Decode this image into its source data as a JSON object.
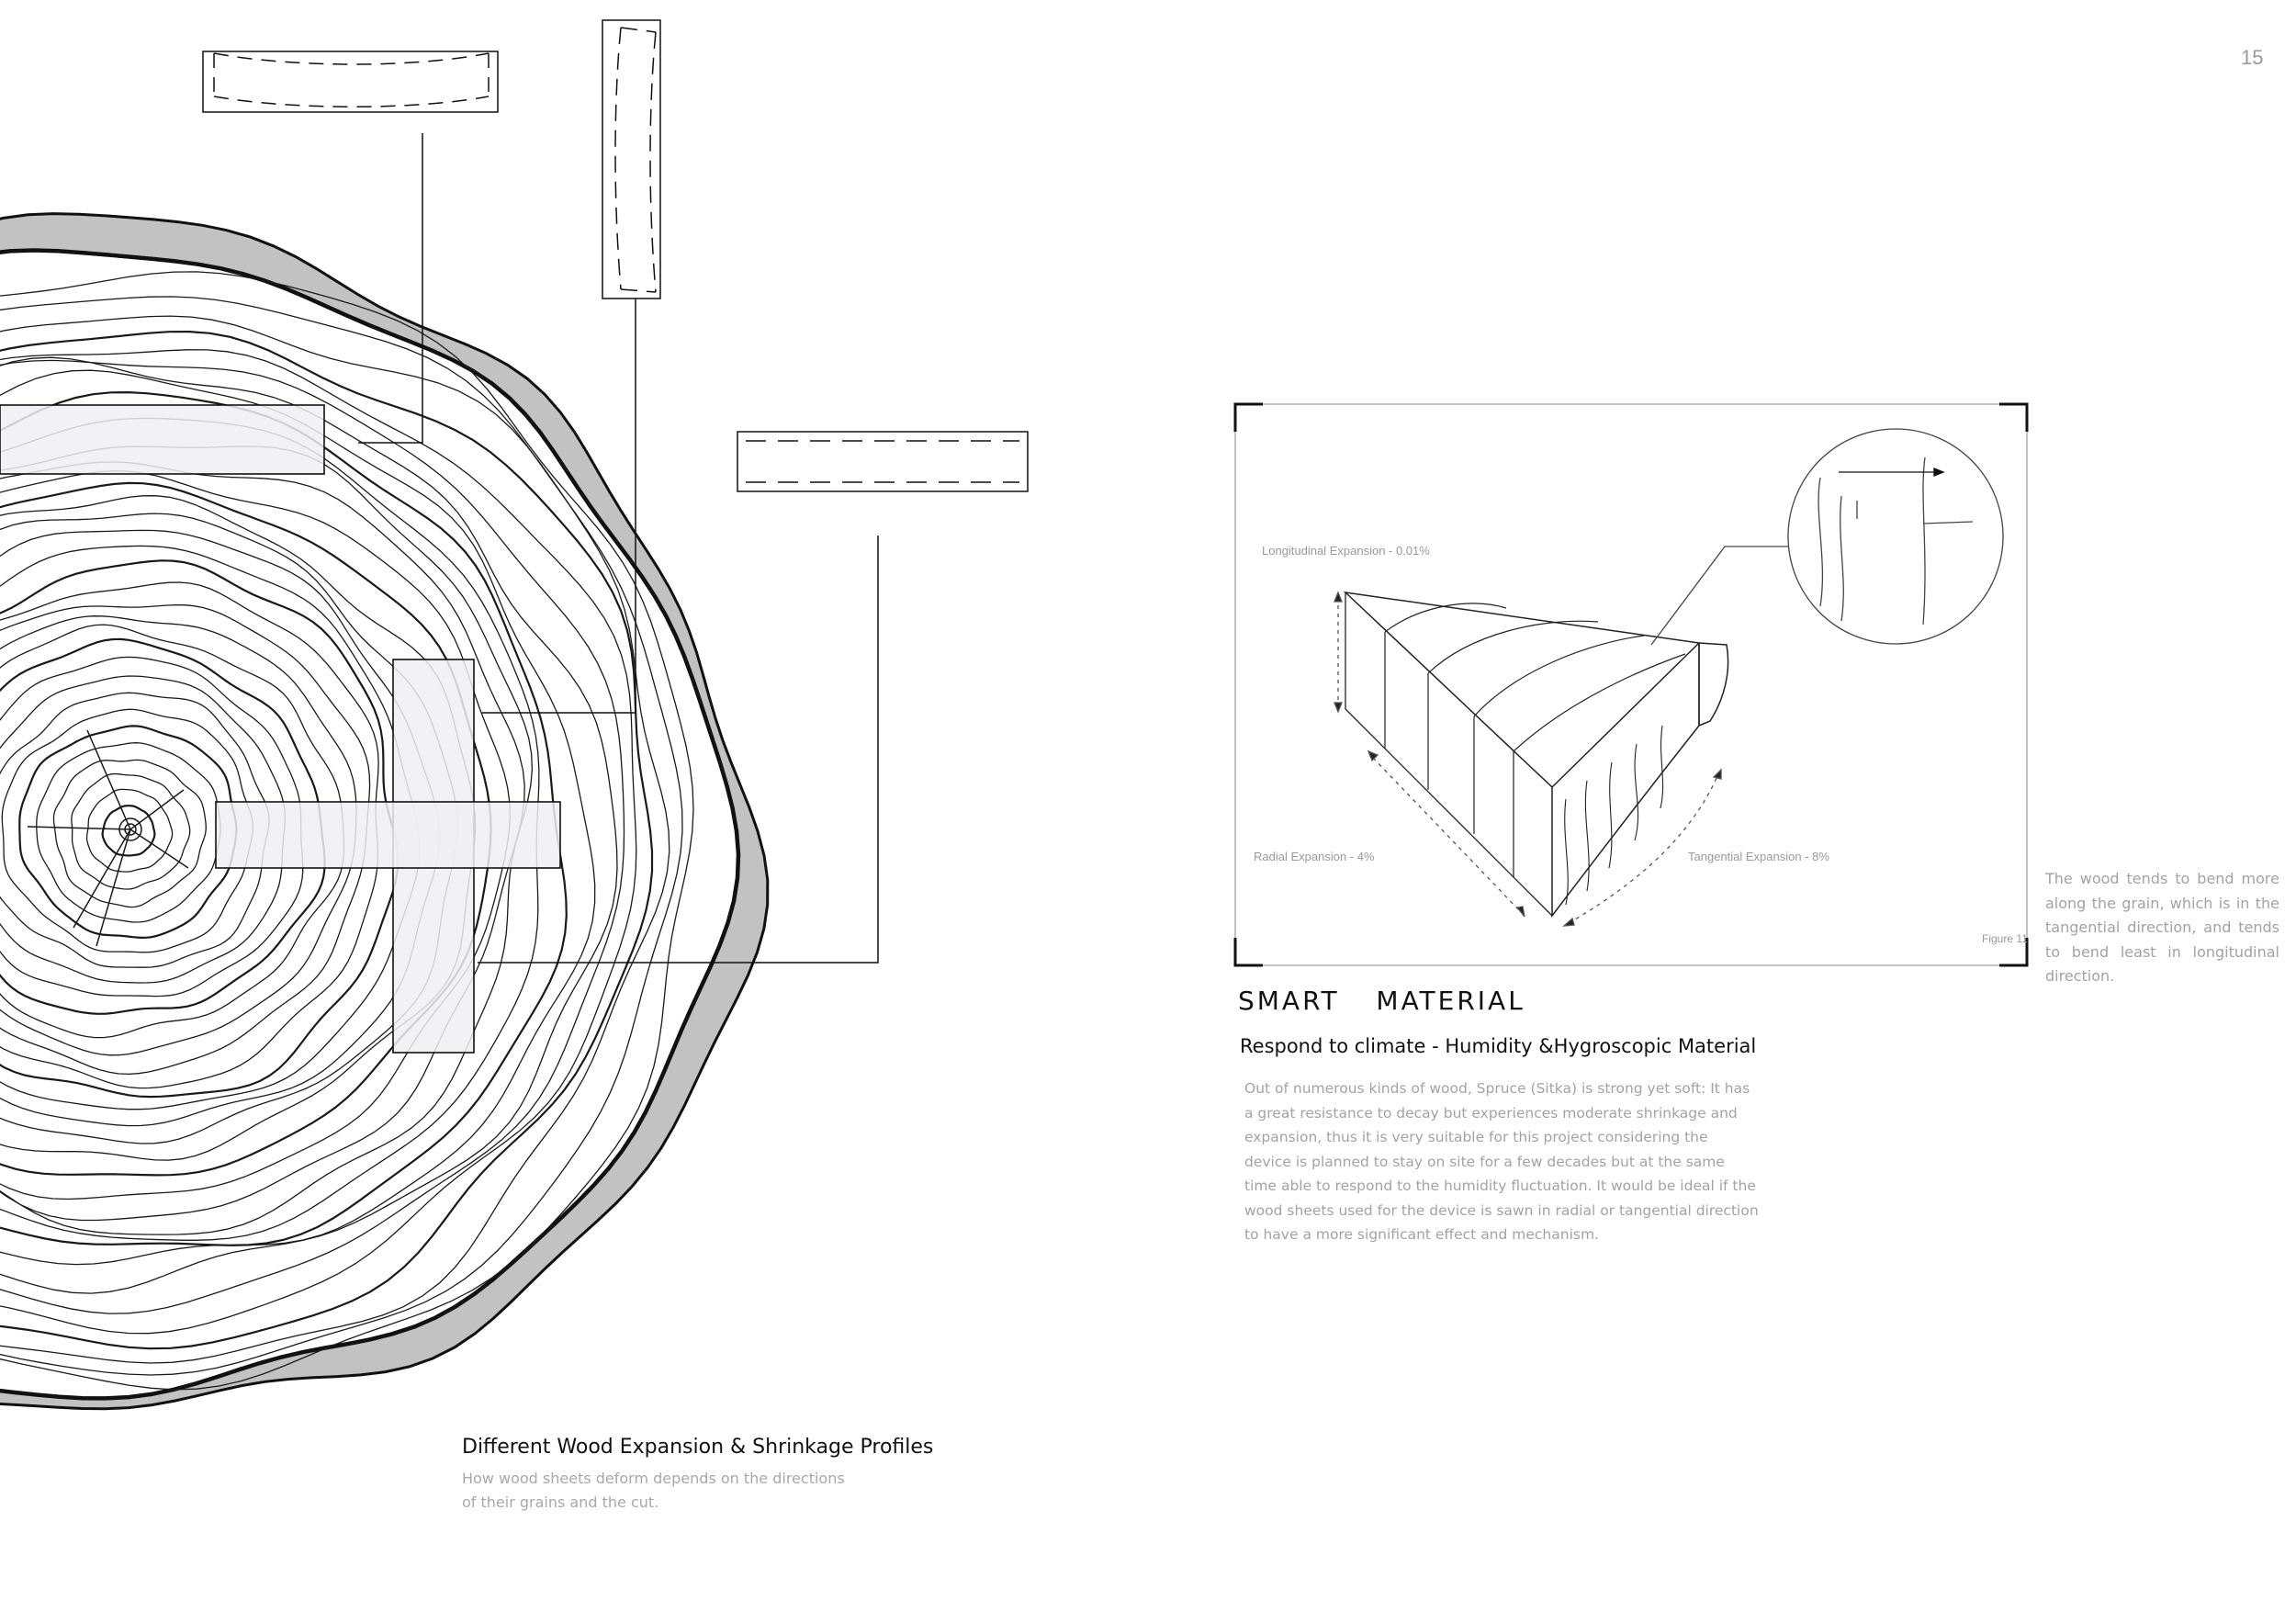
{
  "page_number": "15",
  "tree_section": {
    "caption_title": "Different Wood Expansion & Shrinkage Profiles",
    "caption_body": "How wood sheets deform depends on the directions of their grains and the cut."
  },
  "material_section": {
    "title": "SMART  MATERIAL",
    "subtitle": "Respond to climate - Humidity &Hygroscopic Material",
    "body": "Out of numerous kinds of wood, Spruce (Sitka) is strong yet soft: It has a great resistance to decay but experiences moderate shrinkage and expansion, thus it is very suitable for this project considering the device is planned to stay on site for a few decades but at the same time able to respond to the humidity fluctuation. It would be ideal if the wood sheets used for the device is sawn in radial or tangential direction to have a more significant effect and mechanism."
  },
  "figure": {
    "longitudinal_label": "Longitudinal Expansion - 0.01%",
    "radial_label": "Radial Expansion - 4%",
    "tangential_label": "Tangential Expansion - 8%",
    "figure_label": "Figure 11"
  },
  "side_note": "The wood tends to bend more along the grain, which is in the tangential direction, and tends to bend least in longitudinal direction.",
  "colors": {
    "bark": "#c2c2c2",
    "line": "#111111",
    "muted_text": "#a3a3a3",
    "highlight_fill": "#eef0f3"
  }
}
